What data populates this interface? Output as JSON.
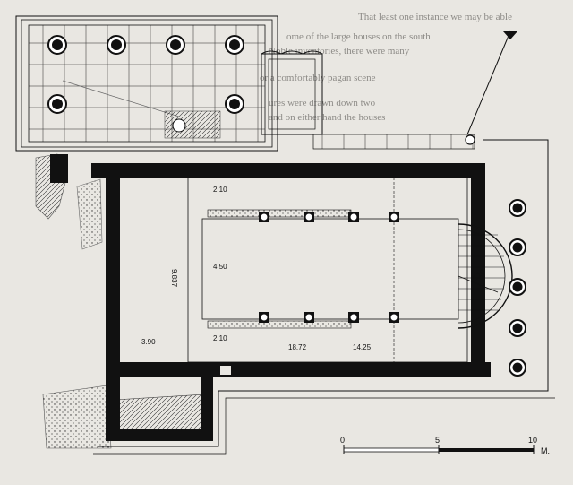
{
  "background_text": [
    "That least one instance we may be able",
    "ome of the large houses on the south",
    "Noble inventories, there were many",
    "or a comfortably pagan scene",
    "ures were drawn down two",
    "and on either hand the houses"
  ],
  "dimensions": {
    "north_aisle_width": "2.10",
    "nave_width": "4.50",
    "south_aisle_width": "2.10",
    "west_length": "9.837",
    "narthex_depth": "3.90",
    "total_length": "18.72",
    "nave_length": "14.25",
    "apse_radius": "2.10"
  },
  "scale_bar": {
    "tick_0": "0",
    "tick_5": "5",
    "tick_10": "10",
    "unit": "M."
  },
  "colors": {
    "wall": "#111111",
    "paper": "#e9e7e2",
    "ink": "#1a1a1a"
  }
}
